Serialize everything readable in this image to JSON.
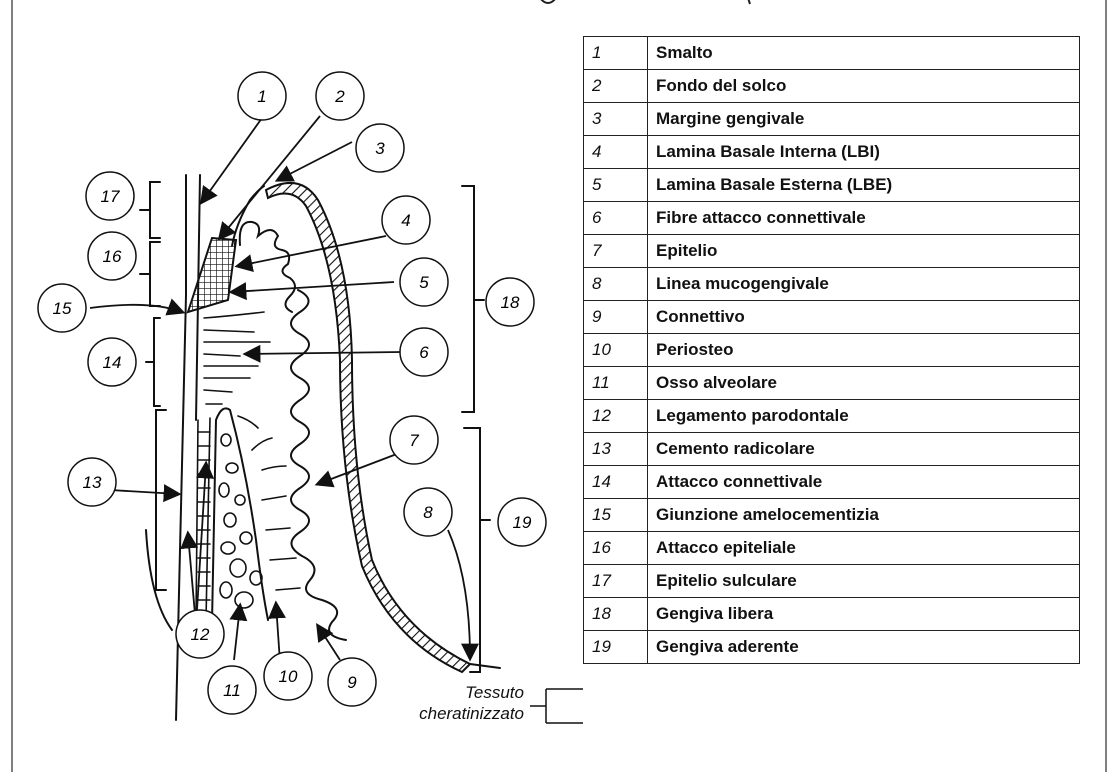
{
  "legend": [
    {
      "num": "1",
      "term": "Smalto"
    },
    {
      "num": "2",
      "term": "Fondo del solco"
    },
    {
      "num": "3",
      "term": "Margine gengivale"
    },
    {
      "num": "4",
      "term": "Lamina Basale Interna (LBI)"
    },
    {
      "num": "5",
      "term": "Lamina Basale Esterna (LBE)"
    },
    {
      "num": "6",
      "term": "Fibre attacco connettivale"
    },
    {
      "num": "7",
      "term": "Epitelio"
    },
    {
      "num": "8",
      "term": "Linea mucogengivale"
    },
    {
      "num": "9",
      "term": "Connettivo"
    },
    {
      "num": "10",
      "term": "Periosteo"
    },
    {
      "num": "11",
      "term": "Osso alveolare"
    },
    {
      "num": "12",
      "term": "Legamento parodontale"
    },
    {
      "num": "13",
      "term": "Cemento radicolare"
    },
    {
      "num": "14",
      "term": "Attacco connettivale"
    },
    {
      "num": "15",
      "term": "Giunzione amelocementizia"
    },
    {
      "num": "16",
      "term": "Attacco epiteliale"
    },
    {
      "num": "17",
      "term": "Epitelio sulculare"
    },
    {
      "num": "18",
      "term": "Gengiva libera"
    },
    {
      "num": "19",
      "term": "Gengiva aderente"
    }
  ],
  "callouts": [
    "1",
    "2",
    "3",
    "4",
    "5",
    "6",
    "7",
    "8",
    "9",
    "10",
    "11",
    "12",
    "13",
    "14",
    "15",
    "16",
    "17",
    "18",
    "19"
  ],
  "note": {
    "line1": "Tessuto",
    "line2": "cheratinizzato"
  }
}
